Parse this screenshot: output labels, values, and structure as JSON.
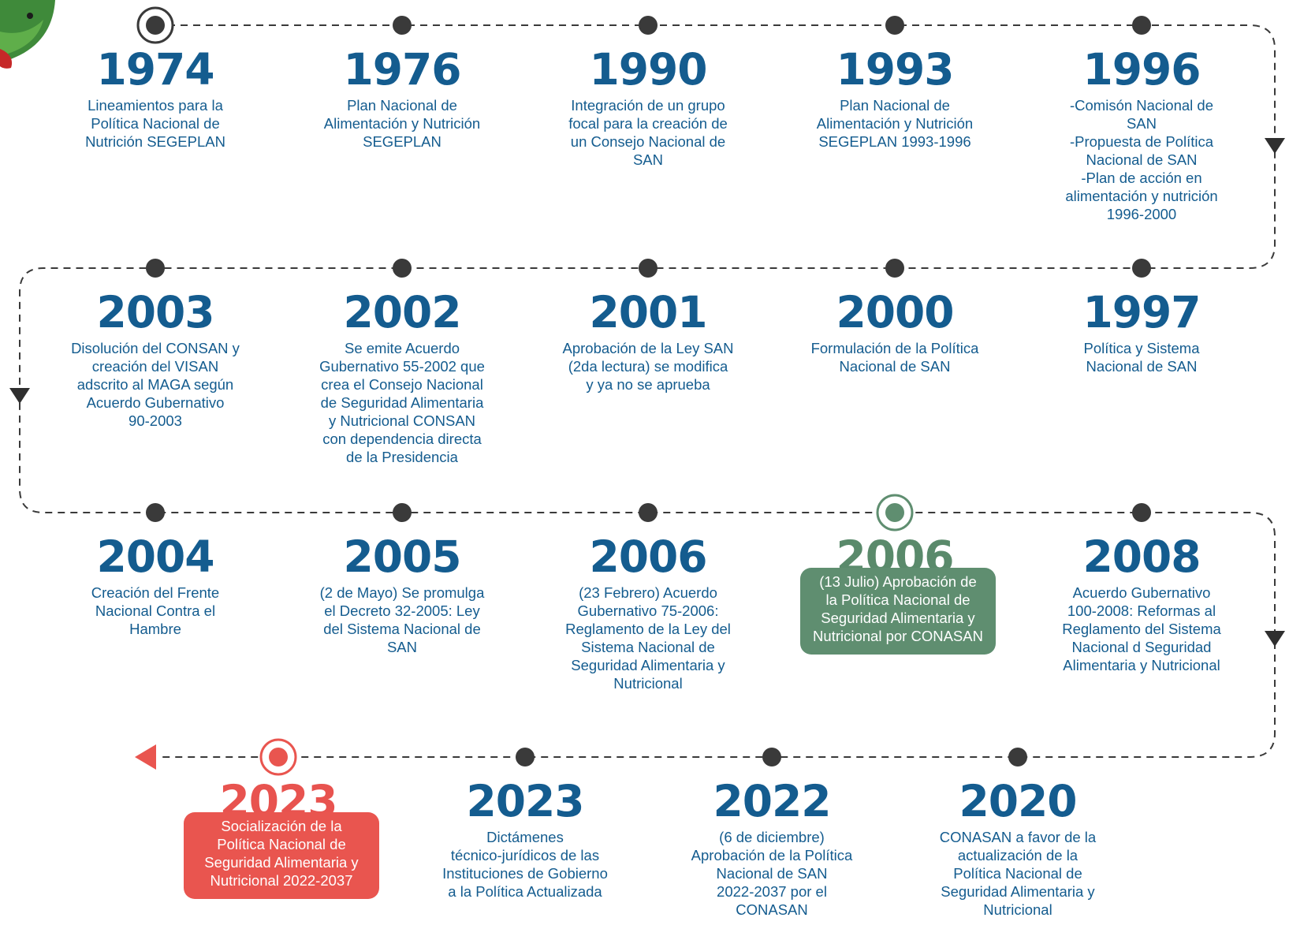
{
  "colors": {
    "primary": "#145c8f",
    "line": "#3a3a3a",
    "node": "#3a3a3a",
    "green": "#5f8e70",
    "red": "#e9554f"
  },
  "decorations": {
    "corner_image": "parrot-illustration"
  },
  "events": [
    {
      "year": "1974",
      "text": "Lineamientos para la\nPolítica Nacional de\nNutrición SEGEPLAN",
      "marker": "start"
    },
    {
      "year": "1976",
      "text": "Plan Nacional de\nAlimentación y Nutrición\nSEGEPLAN",
      "marker": "dot"
    },
    {
      "year": "1990",
      "text": "Integración de un grupo\nfocal para la creación de\nun Consejo Nacional de\nSAN",
      "marker": "dot"
    },
    {
      "year": "1993",
      "text": "Plan Nacional de\nAlimentación y Nutrición\nSEGEPLAN 1993-1996",
      "marker": "dot"
    },
    {
      "year": "1996",
      "text": "-Comisón Nacional de\nSAN\n-Propuesta de Política\nNacional de SAN\n-Plan de acción en\nalimentación y nutrición\n1996-2000",
      "marker": "dot"
    },
    {
      "year": "1997",
      "text": "Política y Sistema\nNacional de SAN",
      "marker": "dot"
    },
    {
      "year": "2000",
      "text": "Formulación de la Política\nNacional de SAN",
      "marker": "dot"
    },
    {
      "year": "2001",
      "text": "Aprobación de la Ley SAN\n(2da lectura) se modifica\ny ya no se aprueba",
      "marker": "dot"
    },
    {
      "year": "2002",
      "text": "Se emite Acuerdo\nGubernativo 55-2002 que\ncrea el Consejo Nacional\nde Seguridad Alimentaria\ny Nutricional CONSAN\ncon dependencia directa\nde la Presidencia",
      "marker": "dot"
    },
    {
      "year": "2003",
      "text": "Disolución del CONSAN y\ncreación del VISAN\nadscrito al MAGA según\nAcuerdo Gubernativo\n90-2003",
      "marker": "dot"
    },
    {
      "year": "2004",
      "text": "Creación del Frente\nNacional Contra el\nHambre",
      "marker": "dot"
    },
    {
      "year": "2005",
      "text": "(2 de Mayo) Se promulga\nel Decreto 32-2005: Ley\ndel Sistema Nacional de\nSAN",
      "marker": "dot"
    },
    {
      "year": "2006",
      "text": "(23 Febrero) Acuerdo\nGubernativo 75-2006:\nReglamento de la Ley del\nSistema Nacional de\nSeguridad Alimentaria y\nNutricional",
      "marker": "dot"
    },
    {
      "year": "2006",
      "text": "(13 Julio) Aprobación de\nla Política Nacional de\nSeguridad Alimentaria y\nNutricional por CONASAN",
      "marker": "green"
    },
    {
      "year": "2008",
      "text": "Acuerdo Gubernativo\n100-2008: Reformas al\nReglamento del Sistema\nNacional d Seguridad\nAlimentaria y Nutricional",
      "marker": "dot"
    },
    {
      "year": "2020",
      "text": "CONASAN a favor de la\nactualización de la\nPolítica Nacional de\nSeguridad Alimentaria y\nNutricional",
      "marker": "dot"
    },
    {
      "year": "2022",
      "text": "(6 de diciembre)\nAprobación de la Política\nNacional de SAN\n2022-2037 por el\nCONASAN",
      "marker": "dot"
    },
    {
      "year": "2023",
      "text": "Dictámenes\ntécnico-jurídicos de las\nInstituciones de Gobierno\na la Política Actualizada",
      "marker": "dot"
    },
    {
      "year": "2023",
      "text": "Socialización de la\nPolítica Nacional de\nSeguridad Alimentaria y\nNutricional 2022-2037",
      "marker": "red"
    }
  ]
}
